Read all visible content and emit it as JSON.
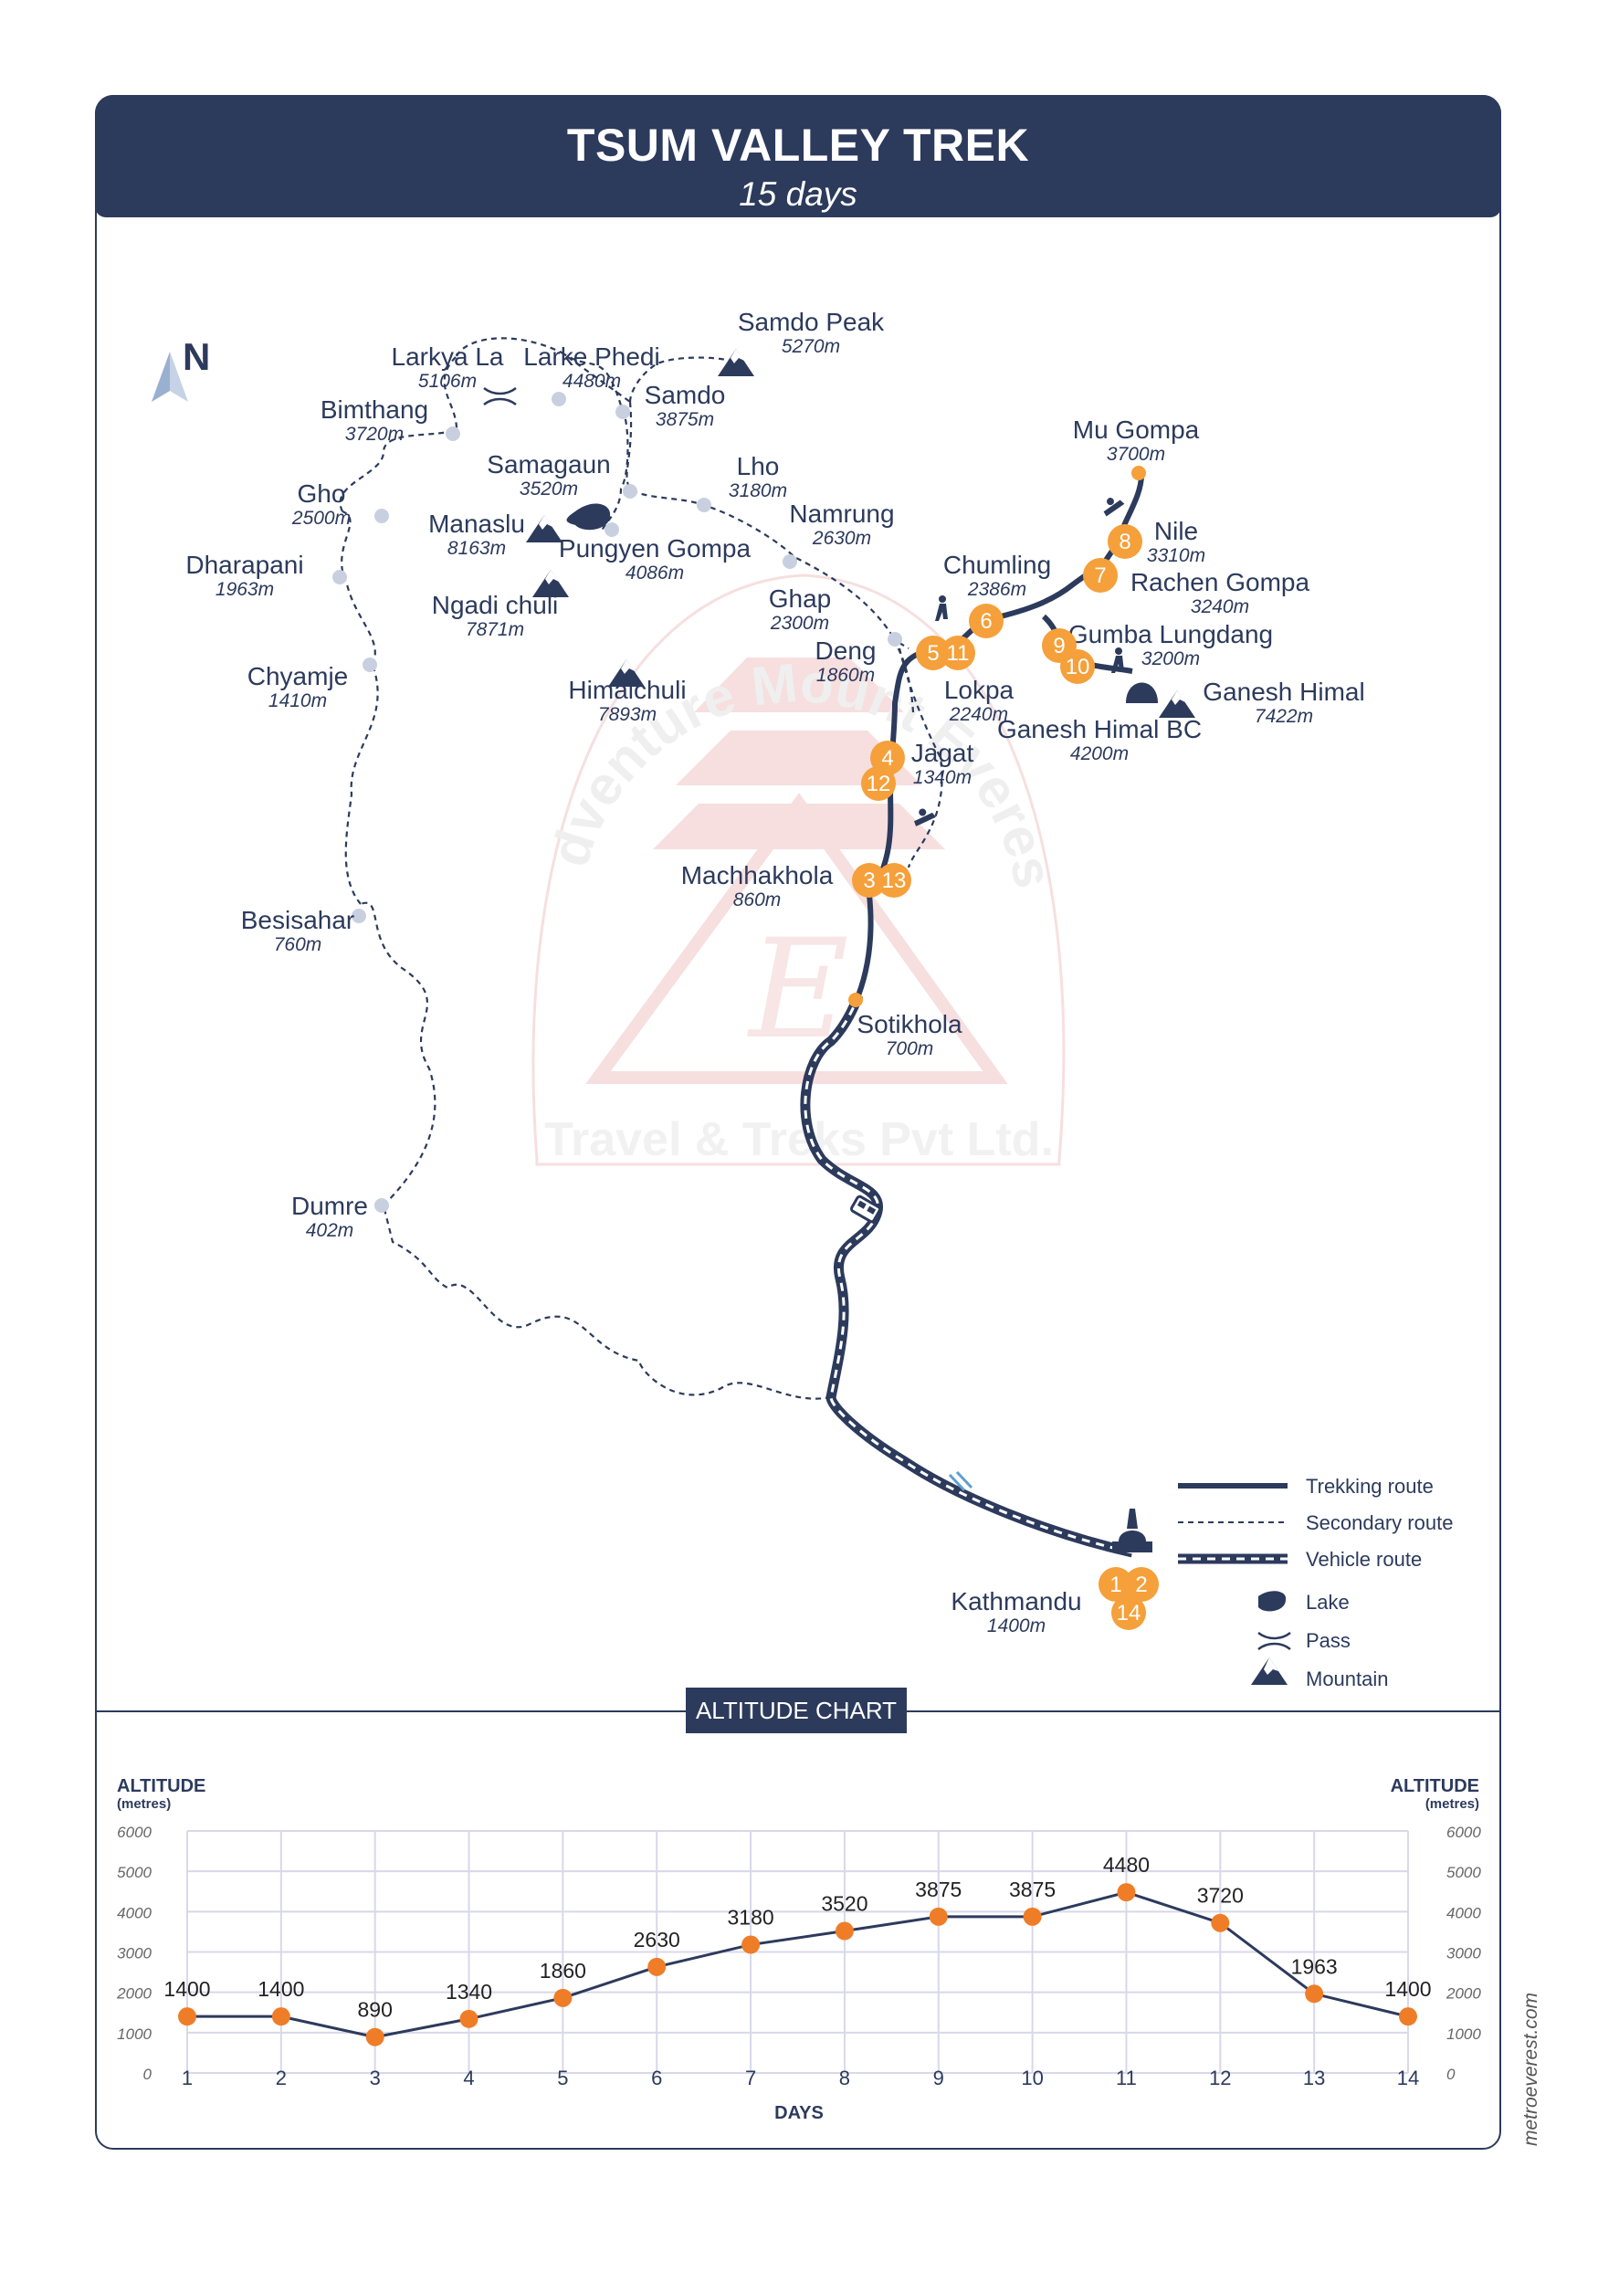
{
  "title": "TSUM VALLEY TREK",
  "subtitle": "15 days",
  "north_label": "N",
  "watermark": {
    "text_top": "Adventure Mount Everest",
    "text_bottom": "Travel & Treks Pvt Ltd.",
    "color": "#f2c6c6"
  },
  "places": [
    {
      "name": "Samdo Peak",
      "alt": "5270m"
    },
    {
      "name": "Larkya La",
      "alt": "5106m"
    },
    {
      "name": "Larke Phedi",
      "alt": "4480m"
    },
    {
      "name": "Samdo",
      "alt": "3875m"
    },
    {
      "name": "Bimthang",
      "alt": "3720m"
    },
    {
      "name": "Samagaun",
      "alt": "3520m"
    },
    {
      "name": "Lho",
      "alt": "3180m"
    },
    {
      "name": "Gho",
      "alt": "2500m"
    },
    {
      "name": "Manaslu",
      "alt": "8163m"
    },
    {
      "name": "Pungyen Gompa",
      "alt": "4086m"
    },
    {
      "name": "Namrung",
      "alt": "2630m"
    },
    {
      "name": "Dharapani",
      "alt": "1963m"
    },
    {
      "name": "Ngadi chuli",
      "alt": "7871m"
    },
    {
      "name": "Ghap",
      "alt": "2300m"
    },
    {
      "name": "Chyamje",
      "alt": "1410m"
    },
    {
      "name": "Deng",
      "alt": "1860m"
    },
    {
      "name": "Himalchuli",
      "alt": "7893m"
    },
    {
      "name": "Mu Gompa",
      "alt": "3700m"
    },
    {
      "name": "Nile",
      "alt": "3310m"
    },
    {
      "name": "Chumling",
      "alt": "2386m"
    },
    {
      "name": "Rachen Gompa",
      "alt": "3240m"
    },
    {
      "name": "Gumba Lungdang",
      "alt": "3200m"
    },
    {
      "name": "Lokpa",
      "alt": "2240m"
    },
    {
      "name": "Ganesh Himal",
      "alt": "7422m"
    },
    {
      "name": "Ganesh Himal BC",
      "alt": "4200m"
    },
    {
      "name": "Jagat",
      "alt": "1340m"
    },
    {
      "name": "Machhakhola",
      "alt": "860m"
    },
    {
      "name": "Besisahar",
      "alt": "760m"
    },
    {
      "name": "Sotikhola",
      "alt": "700m"
    },
    {
      "name": "Dumre",
      "alt": "402m"
    },
    {
      "name": "Kathmandu",
      "alt": "1400m"
    }
  ],
  "day_markers": [
    "1",
    "2",
    "14",
    "3",
    "13",
    "4",
    "12",
    "5",
    "11",
    "6",
    "7",
    "8",
    "9",
    "10"
  ],
  "legend": {
    "trekking": "Trekking route",
    "secondary": "Secondary route",
    "vehicle": "Vehicle route",
    "lake": "Lake",
    "pass": "Pass",
    "mountain": "Mountain"
  },
  "colors": {
    "navy": "#2c3a5c",
    "orange": "#f5a03a",
    "point": "#c8d0e0",
    "chart_point": "#ef7d28",
    "grid": "#d8d8ea"
  },
  "altitude_chart_tab": "ALTITUDE CHART",
  "chart_data": {
    "type": "line",
    "title": "ALTITUDE CHART",
    "ylabel": "ALTITUDE",
    "ylabel_unit": "(metres)",
    "xlabel": "DAYS",
    "x": [
      1,
      2,
      3,
      4,
      5,
      6,
      7,
      8,
      9,
      10,
      11,
      12,
      13,
      14
    ],
    "values": [
      1400,
      1400,
      890,
      1340,
      1860,
      2630,
      3180,
      3520,
      3875,
      3875,
      4480,
      3720,
      1963,
      1400
    ],
    "ylim": [
      0,
      6000
    ],
    "yticks": [
      0,
      1000,
      2000,
      3000,
      4000,
      5000,
      6000
    ],
    "grid": true
  },
  "side_url": "metroeverest.com"
}
